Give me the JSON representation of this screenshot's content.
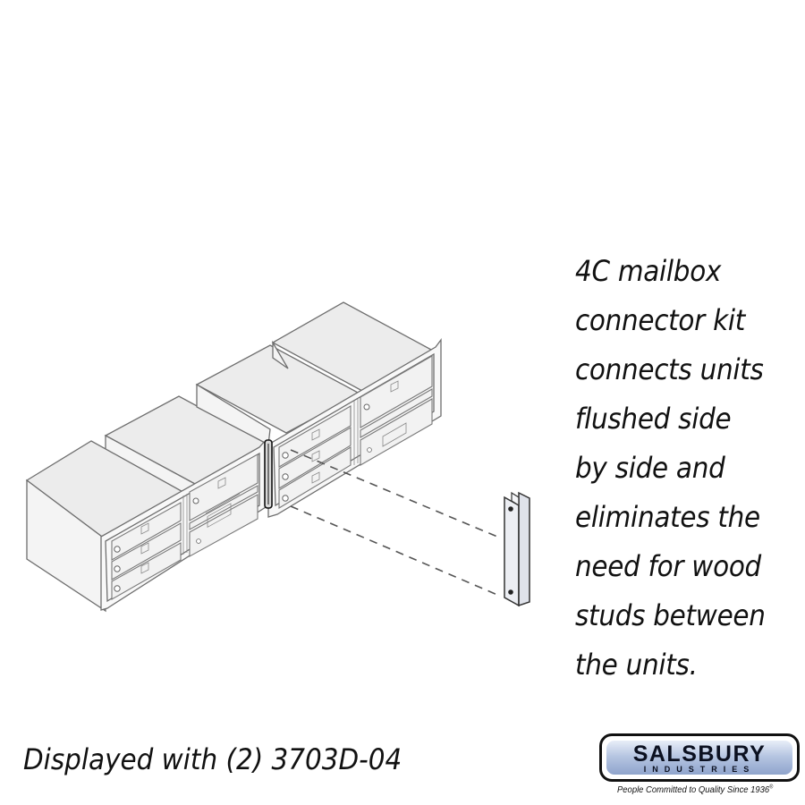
{
  "description": {
    "lines": [
      "4C mailbox",
      "connector kit",
      "connects units",
      "flushed side",
      "by side and",
      "eliminates the",
      "need for wood",
      "studs between",
      "the units."
    ]
  },
  "caption": "Displayed with (2) 3703D-04",
  "logo": {
    "name": "SALSBURY",
    "subtitle": "INDUSTRIES",
    "tagline": "People Committed to Quality Since 1936",
    "registered_mark": "®",
    "colors": {
      "border": "#111111",
      "gradient_top": "#e8eef8",
      "gradient_bottom": "#8fa4cc",
      "text": "#0b1020"
    }
  },
  "diagram": {
    "subject": "two 4C mailbox units joined side by side with connector bracket",
    "units": 2,
    "components": [
      "mailbox-unit-left",
      "mailbox-unit-right",
      "connector-bracket",
      "dashed-alignment-lines"
    ],
    "colors": {
      "outline": "#6f6f6f",
      "top_face": "#ececec",
      "side_face": "#f4f4f4",
      "front_face": "#f7f7f7",
      "bracket": "#e6e8ee"
    }
  }
}
